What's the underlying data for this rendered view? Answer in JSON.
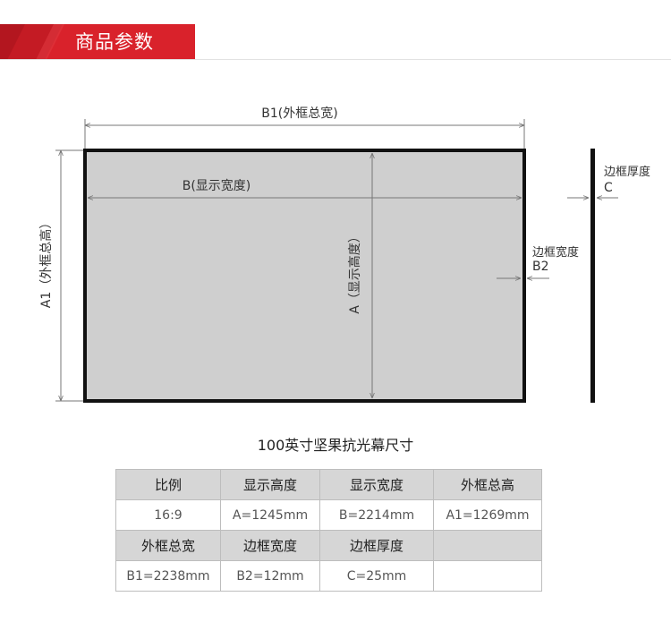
{
  "header": {
    "title": "商品参数",
    "accent_color": "#d9222b"
  },
  "diagram": {
    "labels": {
      "b1": "B1(外框总宽)",
      "b": "B(显示宽度)",
      "a1": "A1（外框总高）",
      "a": "A（显示高度）",
      "b2_line1": "边框宽度",
      "b2_line2": "B2",
      "c_line1": "边框厚度",
      "c_line2": "C"
    },
    "colors": {
      "frame": "#111111",
      "screen": "#cfcfcf",
      "dim_line": "#777777"
    }
  },
  "spec": {
    "caption": "100英寸坚果抗光幕尺寸",
    "rows": [
      {
        "kind": "head",
        "cells": [
          "比例",
          "显示高度",
          "显示宽度",
          "外框总高"
        ]
      },
      {
        "kind": "val",
        "cells": [
          "16:9",
          "A=1245mm",
          "B=2214mm",
          "A1=1269mm"
        ]
      },
      {
        "kind": "head",
        "cells": [
          "外框总宽",
          "边框宽度",
          "边框厚度",
          ""
        ]
      },
      {
        "kind": "val",
        "cells": [
          "B1=2238mm",
          "B2=12mm",
          "C=25mm",
          ""
        ]
      }
    ]
  }
}
